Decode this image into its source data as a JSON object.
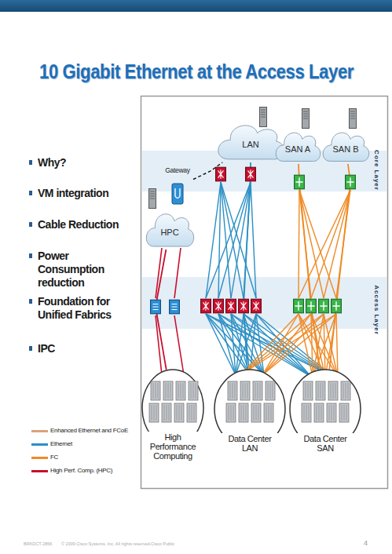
{
  "diagram": {
    "title": "10 Gigabit Ethernet at the Access Layer",
    "nodes": [
      {
        "text": [
          "LAN"
        ]
      },
      {
        "text": [
          "SAN A"
        ]
      },
      {
        "text": [
          "SAN B"
        ]
      },
      {
        "text": [
          "Gateway"
        ]
      },
      {
        "text": [
          "HPC"
        ]
      },
      {
        "text": [
          "High Performance Computing"
        ]
      },
      {
        "text": [
          "Data Center LAN"
        ]
      },
      {
        "text": [
          "Data Center SAN"
        ]
      }
    ],
    "edges": [
      {
        "from": 3,
        "to": 0,
        "arrow": "none"
      },
      {
        "from": 4,
        "to": 5,
        "arrow": "none"
      },
      {
        "from": 0,
        "to": 6,
        "arrow": "none"
      },
      {
        "from": 1,
        "to": 7,
        "arrow": "none"
      },
      {
        "from": 2,
        "to": 7,
        "arrow": "none"
      }
    ],
    "labels": [
      "Why?",
      "VM integration",
      "Cable Reduction",
      "Power Consumption reduction",
      "Foundation for Unified Fabrics",
      "IPC",
      "Core Layer",
      "Access Layer",
      "BRKDCT-2866",
      "© 2009 Cisco Systems, Inc. All rights reserved.",
      "Cisco Public",
      "4"
    ],
    "legend": [
      {
        "text": "Enhanced Ethernet and FCoE",
        "color": "#d9a27a"
      },
      {
        "text": "Ethernet",
        "color": "#2a8fc4"
      },
      {
        "text": "FC",
        "color": "#f08a24"
      },
      {
        "text": "High Perf. Comp. (HPC)",
        "color": "#c8102e"
      }
    ]
  }
}
